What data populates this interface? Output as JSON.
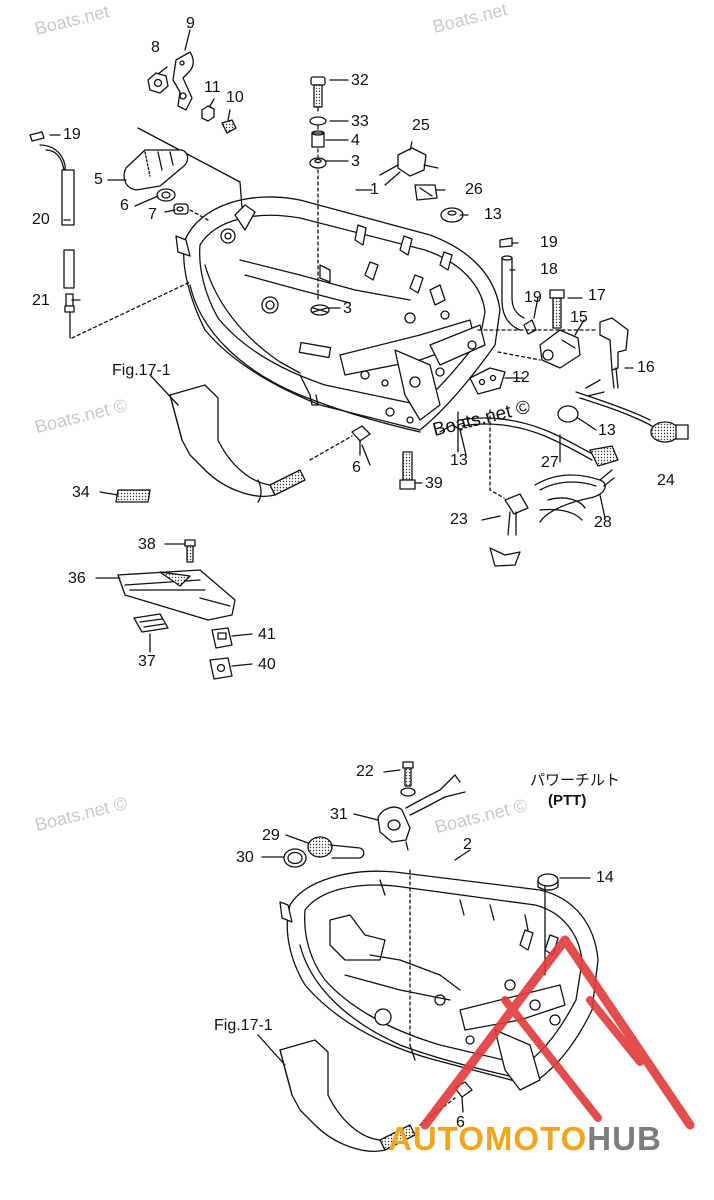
{
  "callouts": {
    "n1": "1",
    "n2": "2",
    "n3a": "3",
    "n3b": "3",
    "n4": "4",
    "n5": "5",
    "n6a": "6",
    "n6b": "6",
    "n6c": "6",
    "n7": "7",
    "n8": "8",
    "n9": "9",
    "n10": "10",
    "n11": "11",
    "n12": "12",
    "n13a": "13",
    "n13b": "13",
    "n13c": "13",
    "n14": "14",
    "n15": "15",
    "n16": "16",
    "n17": "17",
    "n18": "18",
    "n19a": "19",
    "n19b": "19",
    "n19c": "19",
    "n20": "20",
    "n21": "21",
    "n22": "22",
    "n23": "23",
    "n24": "24",
    "n25": "25",
    "n26": "26",
    "n27": "27",
    "n28": "28",
    "n29": "29",
    "n30": "30",
    "n31": "31",
    "n32": "32",
    "n33": "33",
    "n34": "34",
    "n36": "36",
    "n37": "37",
    "n38": "38",
    "n39": "39",
    "n40": "40",
    "n41": "41"
  },
  "figure_refs": {
    "top": "Fig.17-1",
    "bottom": "Fig.17-1"
  },
  "ptt_label": {
    "japanese": "パワーチルト",
    "english": "(PTT)"
  },
  "watermarks": {
    "boats_net": "Boats.net",
    "boats_net_copyright": "Boats.net ©"
  },
  "brand": {
    "part1": "AUTO",
    "part2": "MOTO",
    "part3": "HUB"
  },
  "colors": {
    "brand_orange": "#f3a51c",
    "brand_gray": "#7d7d7d",
    "triangle_red": "#e23a3a",
    "line": "#111111",
    "watermark": "#c9c9c9"
  }
}
